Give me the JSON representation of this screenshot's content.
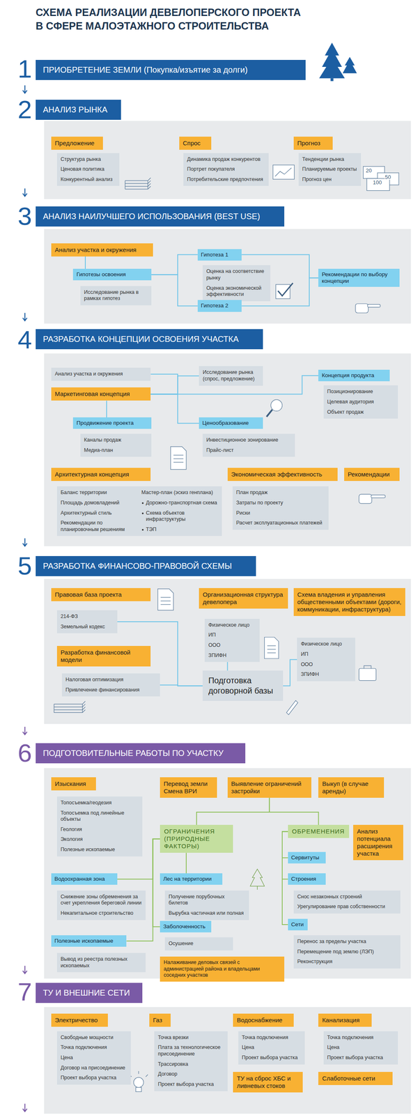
{
  "diagram": {
    "title": "СХЕМА РЕАЛИЗАЦИИ ДЕВЕЛОПЕРСКОГО ПРОЕКТА В СФЕРЕ МАЛОЭТАЖНОГО СТРОИТЕЛЬСТВА",
    "nodes": [
      {
        "text": [
          "ПРИОБРЕТЕНИЕ ЗЕМЛИ (Покупка/изъятие за долги)"
        ]
      },
      {
        "text": [
          "АНАЛИЗ РЫНКА"
        ]
      },
      {
        "text": [
          "Предложение"
        ]
      },
      {
        "text": [
          "Структура рынка",
          "Ценовая политика",
          "Конкурентный анализ"
        ]
      },
      {
        "text": [
          "Спрос"
        ]
      },
      {
        "text": [
          "Динамика продаж конкурентов",
          "Портрет покупателя",
          "Потребительские предпочтения"
        ]
      },
      {
        "text": [
          "Прогноз"
        ]
      },
      {
        "text": [
          "Тенденции рынка",
          "Планируемые проекты",
          "Прогноз цен"
        ]
      },
      {
        "text": [
          "АНАЛИЗ НАИЛУЧШЕГО ИСПОЛЬЗОВАНИЯ (BEST USE)"
        ]
      },
      {
        "text": [
          "Анализ участка и окружения"
        ]
      },
      {
        "text": [
          "Гипотезы освоения"
        ]
      },
      {
        "text": [
          "Исследование рынка в рамках гипотез"
        ]
      },
      {
        "text": [
          "Гипотеза 1"
        ]
      },
      {
        "text": [
          "Оценка на соответствие рынку",
          "Оценка экономической эффективности"
        ]
      },
      {
        "text": [
          "Гипотеза 2"
        ]
      },
      {
        "text": [
          "Рекомендации по выбору концепции"
        ]
      },
      {
        "text": [
          "РАЗРАБОТКА КОНЦЕПЦИИ ОСВОЕНИЯ УЧАСТКА"
        ]
      },
      {
        "text": [
          "Анализ участка и окружения"
        ]
      },
      {
        "text": [
          "Исследование рынка (спрос, предложение)"
        ]
      },
      {
        "text": [
          "Маркетинговая концепция"
        ]
      },
      {
        "text": [
          "Концепция продукта"
        ]
      },
      {
        "text": [
          "Позиционирование",
          "Целевая аудитория",
          "Объект продаж"
        ]
      },
      {
        "text": [
          "Продвижение проекта"
        ]
      },
      {
        "text": [
          "Каналы продаж",
          "Медиа-план"
        ]
      },
      {
        "text": [
          "Ценообразование"
        ]
      },
      {
        "text": [
          "Инвестиционное зонирование",
          "Прайс-лист"
        ]
      },
      {
        "text": [
          "Архитектурная концепция"
        ]
      },
      {
        "text": [
          "Баланс территории",
          "Площадь домовладений",
          "Архитектурный стиль",
          "Рекомендации по планировочным решениям",
          "Мастер-план (эскиз генплана)",
          "Дорожно-транспортная схема",
          "Схема объектов инфраструктуры",
          "ТЭП"
        ]
      },
      {
        "text": [
          "Экономическая эффективность"
        ]
      },
      {
        "text": [
          "План продаж",
          "Затраты по проекту",
          "Риски",
          "Расчет эксплуатационных платежей"
        ]
      },
      {
        "text": [
          "Рекомендации"
        ]
      },
      {
        "text": [
          "РАЗРАБОТКА ФИНАНСОВО-ПРАВОВОЙ СХЕМЫ"
        ]
      },
      {
        "text": [
          "Правовая база проекта"
        ]
      },
      {
        "text": [
          "214-ФЗ",
          "Земельный кодекс"
        ]
      },
      {
        "text": [
          "Организационная структура девелопера"
        ]
      },
      {
        "text": [
          "Физическое лицо",
          "ИП",
          "ООО",
          "ЗПИФН"
        ]
      },
      {
        "text": [
          "Схема владения и управления общественными объектами (дороги, коммуникации, инфраструктура)"
        ]
      },
      {
        "text": [
          "Физическое лицо",
          "ИП",
          "ООО",
          "ЗПИФН"
        ]
      },
      {
        "text": [
          "Разработка финансовой модели"
        ]
      },
      {
        "text": [
          "Налоговая оптимизация",
          "Привлечение финансирования"
        ]
      },
      {
        "text": [
          "Подготовка договорной базы"
        ]
      },
      {
        "text": [
          "ПОДГОТОВИТЕЛЬНЫЕ РАБОТЫ ПО УЧАСТКУ"
        ]
      },
      {
        "text": [
          "Изыскания"
        ]
      },
      {
        "text": [
          "Топосъемка/геодезия",
          "Топосъемка под линейные объекты",
          "Геология",
          "Экология",
          "Полезные ископаемые"
        ]
      },
      {
        "text": [
          "Перевод земли",
          "Смена ВРИ"
        ]
      },
      {
        "text": [
          "Выявление ограничений застройки"
        ]
      },
      {
        "text": [
          "Выкуп (в случае аренды)"
        ]
      },
      {
        "text": [
          "ОГРАНИЧЕНИЯ (ПРИРОДНЫЕ ФАКТОРЫ)"
        ]
      },
      {
        "text": [
          "ОБРЕМЕНЕНИЯ"
        ]
      },
      {
        "text": [
          "Анализ потенциала расширения участка"
        ]
      },
      {
        "text": [
          "Сервитуты"
        ]
      },
      {
        "text": [
          "Водоохранная зона"
        ]
      },
      {
        "text": [
          "Снижение зоны обременения за счет укрепления береговой линии",
          "Некапитальное строительство"
        ]
      },
      {
        "text": [
          "Лес на территории"
        ]
      },
      {
        "text": [
          "Получение порубочных билетов",
          "Вырубка частичная или полная"
        ]
      },
      {
        "text": [
          "Строения"
        ]
      },
      {
        "text": [
          "Снос незаконных строений",
          "Урегулирование прав собственности"
        ]
      },
      {
        "text": [
          "Заболоченность"
        ]
      },
      {
        "text": [
          "Осушение"
        ]
      },
      {
        "text": [
          "Сети"
        ]
      },
      {
        "text": [
          "Перенос за пределы участка",
          "Перемещение под землю (ЛЭП)",
          "Реконструкция"
        ]
      },
      {
        "text": [
          "Полезные ископаемые"
        ]
      },
      {
        "text": [
          "Вывод из реестра полезных ископаемых"
        ]
      },
      {
        "text": [
          "Налаживание деловых связей с администрацией района и владельцами соседних участков"
        ]
      },
      {
        "text": [
          "ТУ И ВНЕШНИЕ СЕТИ"
        ]
      },
      {
        "text": [
          "Электричество"
        ]
      },
      {
        "text": [
          "Свободные мощности",
          "Точка подключения",
          "Цена",
          "Договор на присоединение",
          "Проект выбора участка"
        ]
      },
      {
        "text": [
          "Газ"
        ]
      },
      {
        "text": [
          "Точка врезки",
          "Плата за технологическое присоединение",
          "Трассировка",
          "Договор",
          "Проект выбора участка"
        ]
      },
      {
        "text": [
          "Водоснабжение"
        ]
      },
      {
        "text": [
          "Точка подключения",
          "Цена",
          "Проект выбора участка"
        ]
      },
      {
        "text": [
          "ТУ на сброс ХБС и ливневых стоков"
        ]
      },
      {
        "text": [
          "Канализация"
        ]
      },
      {
        "text": [
          "Точка подключения",
          "Цена",
          "Проект выбора участка"
        ]
      },
      {
        "text": [
          "Слаботочные сети"
        ]
      }
    ],
    "edges": [
      {
        "from": 9,
        "to": 10,
        "arrow": "none"
      },
      {
        "from": 10,
        "to": 12,
        "arrow": "none"
      },
      {
        "from": 10,
        "to": 14,
        "arrow": "none"
      },
      {
        "from": 12,
        "to": 15,
        "arrow": "none"
      },
      {
        "from": 14,
        "to": 15,
        "arrow": "none"
      },
      {
        "from": 17,
        "to": 19,
        "arrow": "none"
      },
      {
        "from": 18,
        "to": 19,
        "arrow": "none"
      },
      {
        "from": 19,
        "to": 22,
        "arrow": "none"
      },
      {
        "from": 19,
        "to": 24,
        "arrow": "none"
      },
      {
        "from": 19,
        "to": 20,
        "arrow": "none"
      },
      {
        "from": 33,
        "to": 40,
        "arrow": "none"
      },
      {
        "from": 39,
        "to": 40,
        "arrow": "none"
      },
      {
        "from": 35,
        "to": 40,
        "arrow": "none"
      },
      {
        "from": 37,
        "to": 40,
        "arrow": "none"
      },
      {
        "from": 45,
        "to": 47,
        "arrow": "none"
      },
      {
        "from": 45,
        "to": 48,
        "arrow": "none"
      },
      {
        "from": 47,
        "to": 51,
        "arrow": "none"
      },
      {
        "from": 47,
        "to": 53,
        "arrow": "none"
      },
      {
        "from": 47,
        "to": 57,
        "arrow": "none"
      },
      {
        "from": 47,
        "to": 61,
        "arrow": "none"
      },
      {
        "from": 48,
        "to": 50,
        "arrow": "none"
      },
      {
        "from": 48,
        "to": 55,
        "arrow": "none"
      },
      {
        "from": 48,
        "to": 59,
        "arrow": "none"
      }
    ],
    "labels": [
      "1",
      "2",
      "3",
      "4",
      "5",
      "6",
      "7",
      "20",
      "50",
      "100"
    ]
  }
}
